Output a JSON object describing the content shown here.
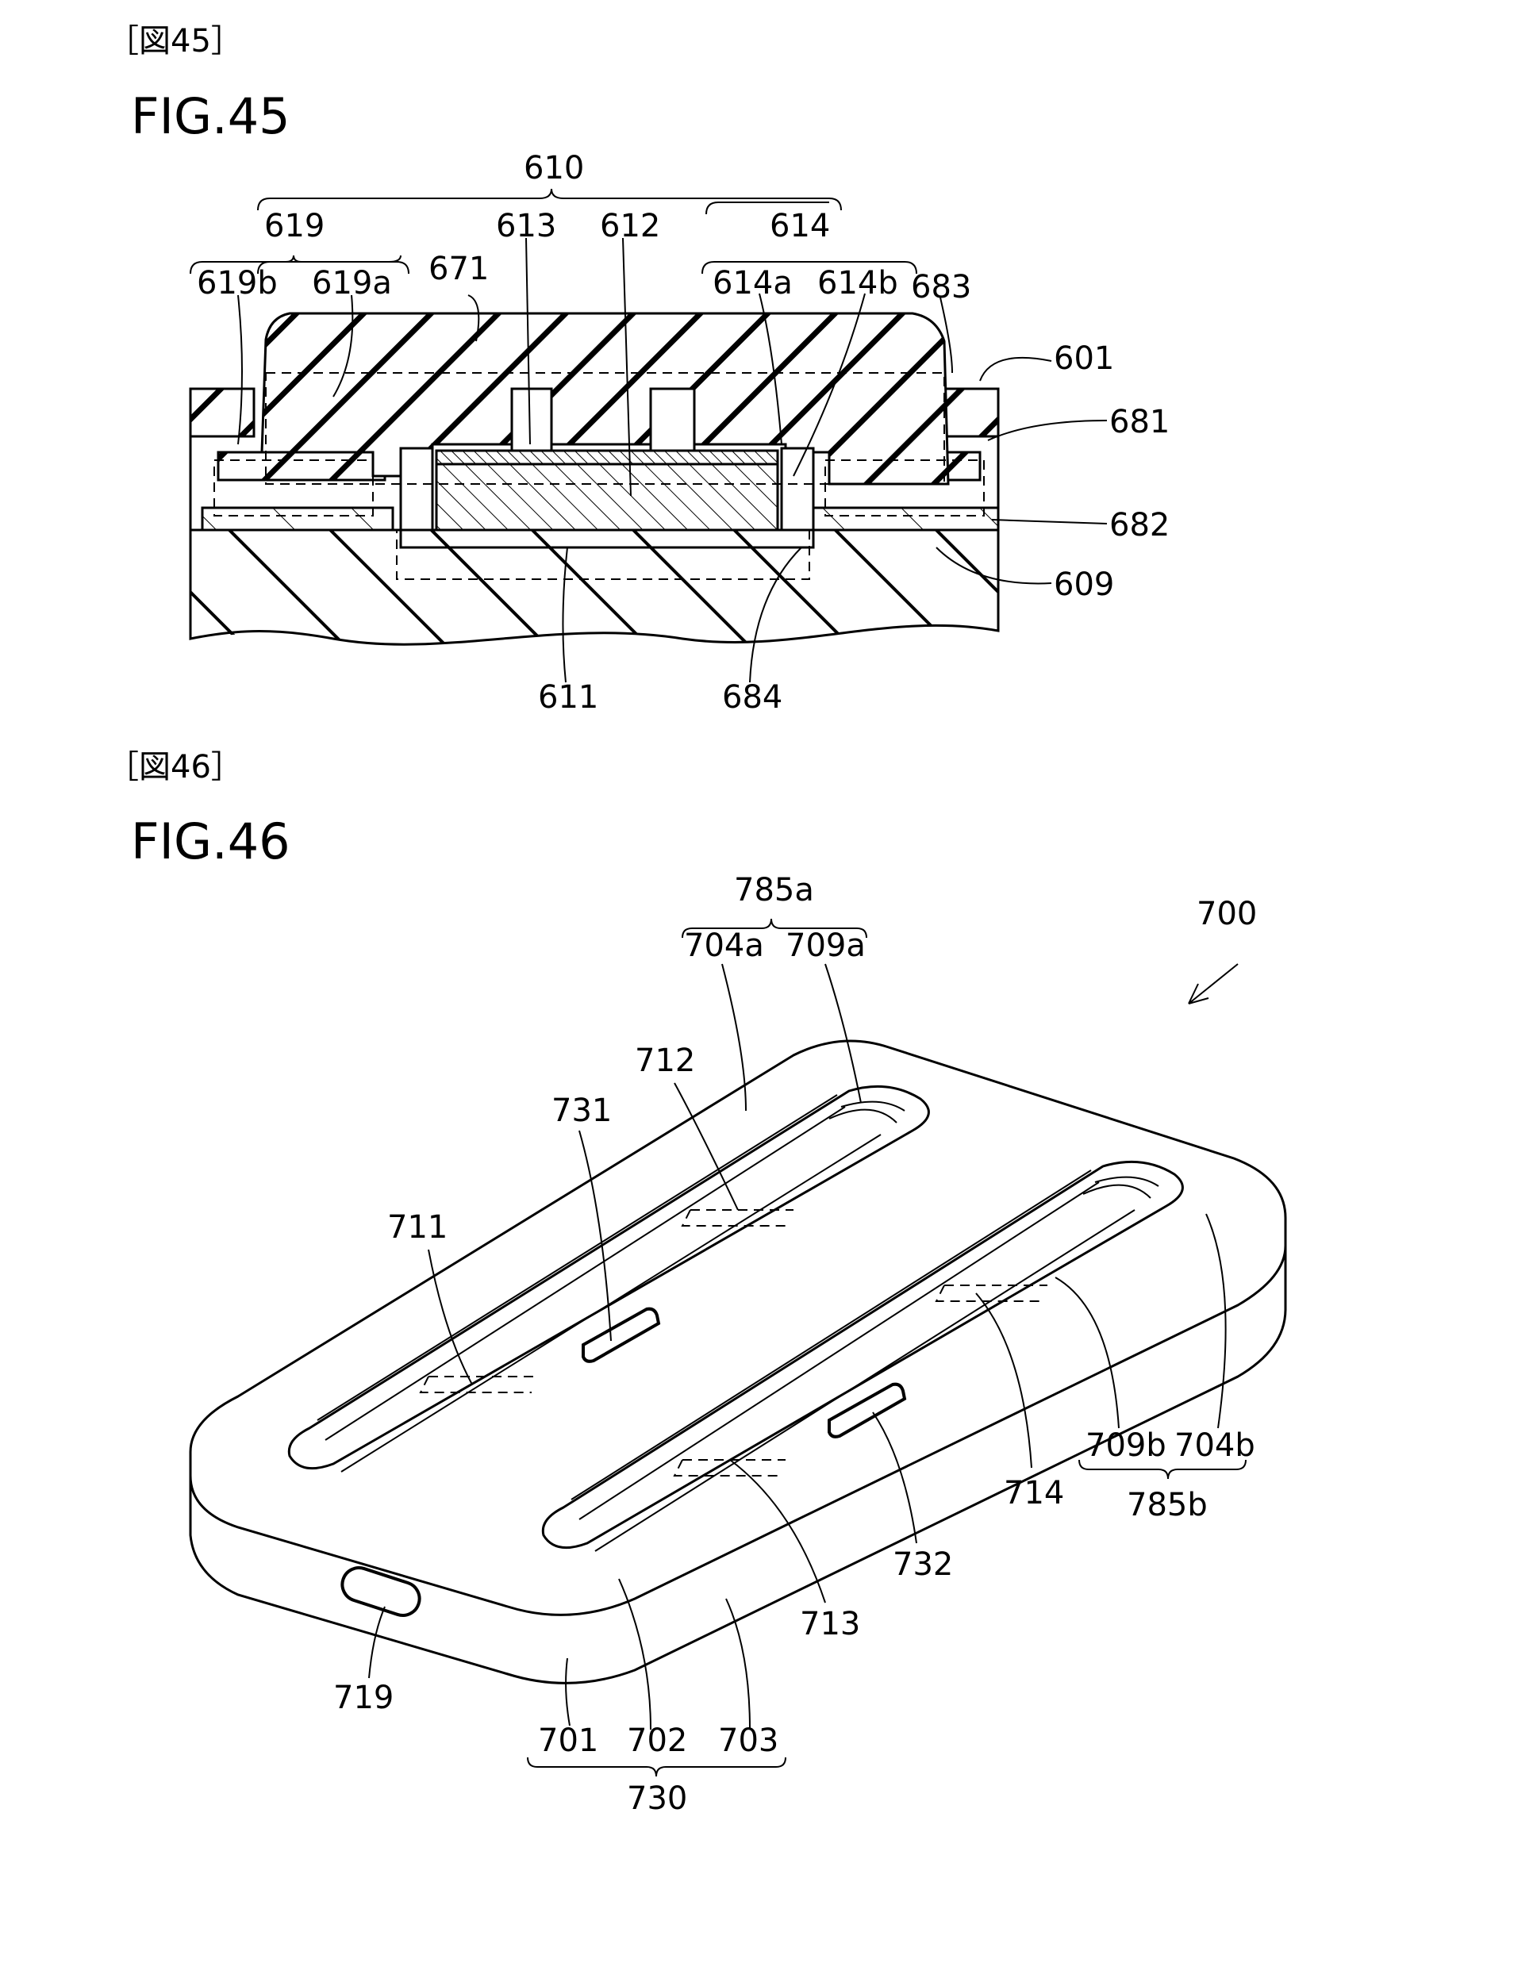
{
  "fig45": {
    "header": "［図45］",
    "title": "FIG.45",
    "labels": {
      "l610": "610",
      "l619": "619",
      "l613": "613",
      "l612": "612",
      "l614": "614",
      "l619b": "619b",
      "l619a": "619a",
      "l671": "671",
      "l614a": "614a",
      "l614b": "614b",
      "l683": "683",
      "l601": "601",
      "l681": "681",
      "l682": "682",
      "l609": "609",
      "l611": "611",
      "l684": "684"
    }
  },
  "fig46": {
    "header": "［図46］",
    "title": "FIG.46",
    "labels": {
      "l785a": "785a",
      "l704a": "704a",
      "l709a": "709a",
      "l700": "700",
      "l712": "712",
      "l731": "731",
      "l711": "711",
      "l709b": "709b",
      "l704b": "704b",
      "l714": "714",
      "l785b": "785b",
      "l732": "732",
      "l713": "713",
      "l719": "719",
      "l701": "701",
      "l702": "702",
      "l703": "703",
      "l730": "730"
    }
  }
}
